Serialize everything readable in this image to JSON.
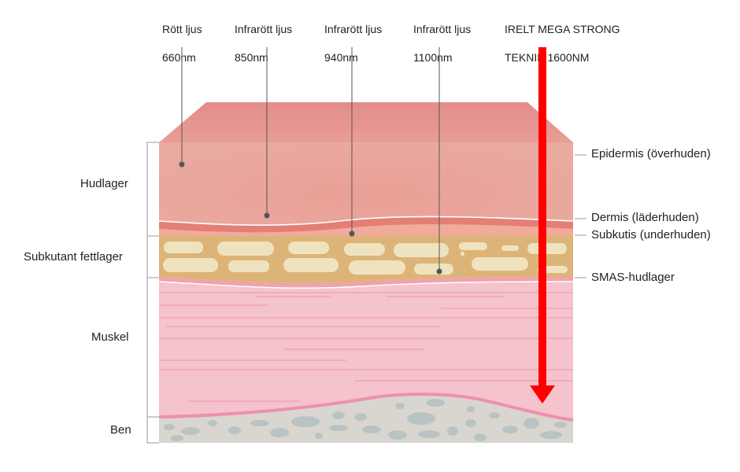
{
  "wavelengths": [
    {
      "title": "Rött ljus",
      "value": "660nm"
    },
    {
      "title": "Infrarött ljus",
      "value": "850nm"
    },
    {
      "title": "Infrarött ljus",
      "value": "940nm"
    },
    {
      "title": "Infrarött ljus",
      "value": "1100nm"
    }
  ],
  "technique": {
    "line1": "IRELT MEGA STRONG",
    "line2": "TEKNIK 1600NM",
    "arrow_color": "#ff0000"
  },
  "left_groups": [
    "Hudlager",
    "Subkutant fettlager",
    "Muskel",
    "Ben"
  ],
  "right_layers": [
    "Epidermis (överhuden)",
    "Dermis (läderhuden)",
    "Subkutis (underhuden)",
    "SMAS-hudlager"
  ],
  "colors": {
    "epidermis": "#e8a49a",
    "epidermis_top": "#e58e8a",
    "dermis_band": "#e47f76",
    "fat": "#ddb477",
    "fat_cell": "#efe3bf",
    "muscle": "#f5c3cc",
    "muscle_line": "#ee9fb0",
    "bone": "#d9d6cf",
    "bone_spot": "#b9c3c3",
    "bone_edge": "#ee8fb0"
  }
}
